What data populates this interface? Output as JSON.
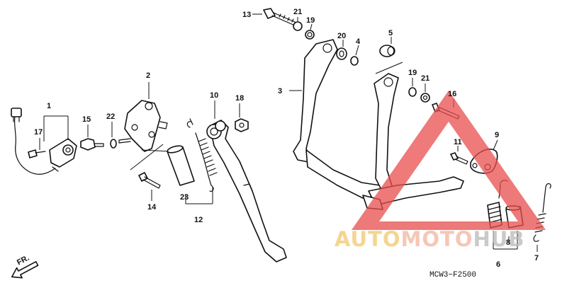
{
  "diagram": {
    "code": "MCW3−F2500",
    "front_label": "FR.",
    "callouts": [
      {
        "id": "c1",
        "text": "1"
      },
      {
        "id": "c2",
        "text": "2"
      },
      {
        "id": "c3",
        "text": "3"
      },
      {
        "id": "c4",
        "text": "4"
      },
      {
        "id": "c5",
        "text": "5"
      },
      {
        "id": "c6",
        "text": "6"
      },
      {
        "id": "c7",
        "text": "7"
      },
      {
        "id": "c8",
        "text": "8"
      },
      {
        "id": "c9",
        "text": "9"
      },
      {
        "id": "c10",
        "text": "10"
      },
      {
        "id": "c11",
        "text": "11"
      },
      {
        "id": "c12",
        "text": "12"
      },
      {
        "id": "c13",
        "text": "13"
      },
      {
        "id": "c14",
        "text": "14"
      },
      {
        "id": "c15",
        "text": "15"
      },
      {
        "id": "c16",
        "text": "16"
      },
      {
        "id": "c17",
        "text": "17"
      },
      {
        "id": "c18",
        "text": "18"
      },
      {
        "id": "c19a",
        "text": "19"
      },
      {
        "id": "c19b",
        "text": "19"
      },
      {
        "id": "c20",
        "text": "20"
      },
      {
        "id": "c21a",
        "text": "21"
      },
      {
        "id": "c21b",
        "text": "21"
      },
      {
        "id": "c22",
        "text": "22"
      },
      {
        "id": "c23",
        "text": "23"
      }
    ]
  },
  "watermark": {
    "part1": "AUTO",
    "part2": "MOTO",
    "part3": "HUB",
    "colors": {
      "part1": "#f2c86a",
      "part2": "#f4b3a0",
      "part3": "#b9b9b9",
      "triangle": "#e84d4d"
    }
  }
}
